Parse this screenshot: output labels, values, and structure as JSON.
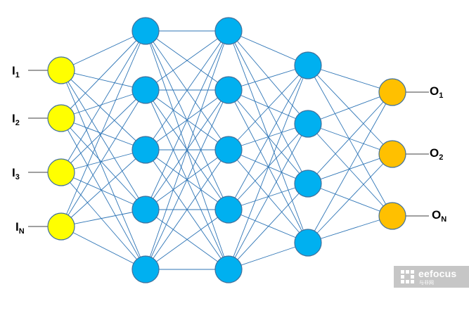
{
  "diagram": {
    "layers": [
      {
        "name": "input",
        "color": "#ffff00",
        "nodes": [
          {
            "id": "i1",
            "label": "I",
            "sub": "1"
          },
          {
            "id": "i2",
            "label": "I",
            "sub": "2"
          },
          {
            "id": "i3",
            "label": "I",
            "sub": "3"
          },
          {
            "id": "iN",
            "label": "I",
            "sub": "N"
          }
        ]
      },
      {
        "name": "hidden-1",
        "color": "#00b0f0",
        "nodes": [
          {
            "id": "h1a"
          },
          {
            "id": "h1b"
          },
          {
            "id": "h1c"
          },
          {
            "id": "h1d"
          },
          {
            "id": "h1e"
          }
        ]
      },
      {
        "name": "hidden-2",
        "color": "#00b0f0",
        "nodes": [
          {
            "id": "h2a"
          },
          {
            "id": "h2b"
          },
          {
            "id": "h2c"
          },
          {
            "id": "h2d"
          },
          {
            "id": "h2e"
          }
        ]
      },
      {
        "name": "hidden-3",
        "color": "#00b0f0",
        "nodes": [
          {
            "id": "h3a"
          },
          {
            "id": "h3b"
          },
          {
            "id": "h3c"
          },
          {
            "id": "h3d"
          }
        ]
      },
      {
        "name": "output",
        "color": "#ffc000",
        "nodes": [
          {
            "id": "o1",
            "label": "O",
            "sub": "1"
          },
          {
            "id": "o2",
            "label": "O",
            "sub": "2"
          },
          {
            "id": "oN",
            "label": "O",
            "sub": "N"
          }
        ]
      }
    ],
    "connection_color": "#2e75b6",
    "node_stroke_color": "#41719c",
    "io_line_color": "#404040"
  },
  "watermark": {
    "name": "eefocus",
    "sub": "与非网"
  }
}
